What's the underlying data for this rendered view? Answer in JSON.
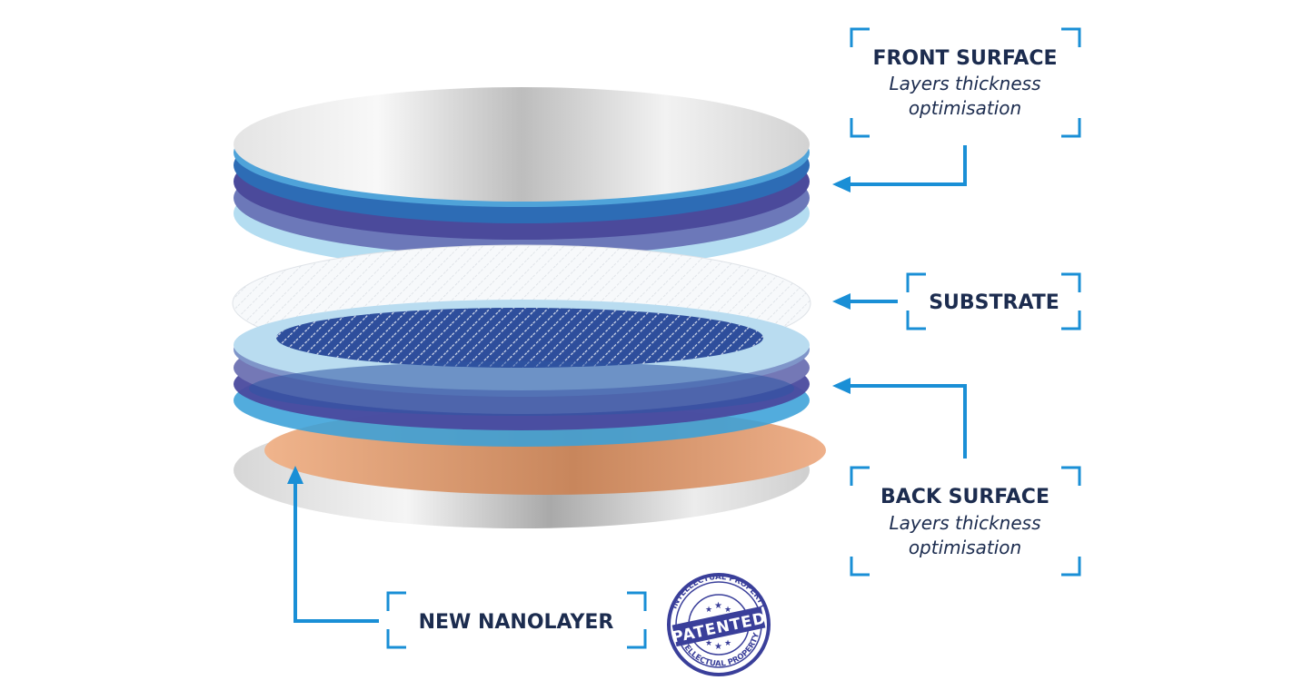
{
  "labels": {
    "front_surface": {
      "title": "FRONT SURFACE",
      "line1": "Layers thickness",
      "line2": "optimisation"
    },
    "substrate": {
      "title": "SUBSTRATE"
    },
    "back_surface": {
      "title": "BACK SURFACE",
      "line1": "Layers thickness",
      "line2": "optimisation"
    },
    "new_nanolayer": {
      "title": "NEW NANOLAYER"
    }
  },
  "stamp": {
    "center_text": "PATENTED",
    "ring_top": "INTELLECTUAL PROPERTY",
    "ring_bottom": "INTELLECTUAL PROPERTY"
  },
  "colors": {
    "accent_blue": "#1a8fd6",
    "text_navy": "#1c2c4f",
    "stamp_blue": "#3a3f9a",
    "nanolayer_orange": "#e3a27a"
  }
}
